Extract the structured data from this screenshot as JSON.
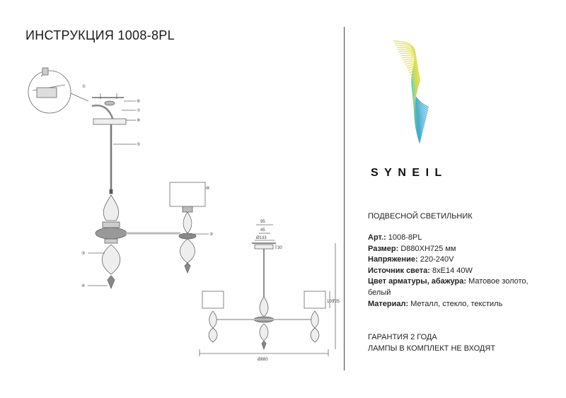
{
  "title": "ИНСТРУКЦИЯ 1008-8PL",
  "brand": "SYNEIL",
  "product_type": "ПОДВЕСНОЙ СВЕТИЛЬНИК",
  "specs": [
    {
      "label": "Арт.:",
      "value": "1008-8PL"
    },
    {
      "label": "Размер:",
      "value": "D880XH725 мм"
    },
    {
      "label": "Напряжение:",
      "value": "220-240V"
    },
    {
      "label": "Источник света:",
      "value": "8xE14 40W"
    },
    {
      "label": "Цвет арматуры, абажура:",
      "value": "Матовое золото, белый"
    },
    {
      "label": "Материал:",
      "value": "Металл, стекло, текстиль"
    }
  ],
  "footer": {
    "warranty": "ГАРАНТИЯ 2 ГОДА",
    "lamps": "ЛАМПЫ В КОМПЛЕКТ НЕ ВХОДЯТ"
  },
  "callouts": [
    "①",
    "⑥",
    "⑦",
    "⑧",
    "⑤",
    "⑨",
    "②",
    "③",
    "④"
  ],
  "dimensions": {
    "d95": "95",
    "d45": "45",
    "d133": "Ø133",
    "d30": "30",
    "d100": "100",
    "d725": "725",
    "d880": "Ø880"
  },
  "colors": {
    "logo_yellow": "#e8e24a",
    "logo_green": "#7fd0a0",
    "logo_blue": "#2a9fd8",
    "text": "#222222"
  }
}
